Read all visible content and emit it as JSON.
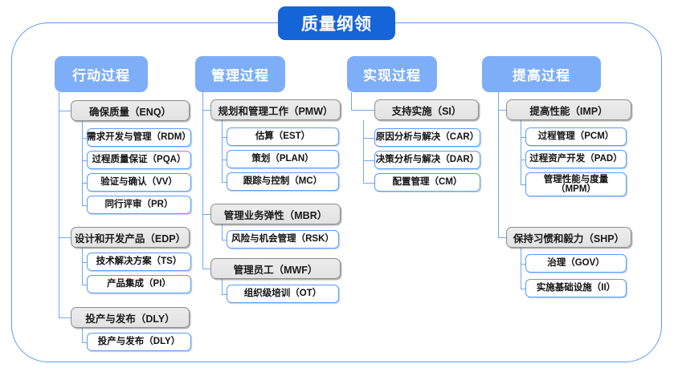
{
  "diagram": {
    "title": "质量纲领",
    "type": "org-tree",
    "colors": {
      "root_fill": "#1565d8",
      "column_header_fill": "#7eaef7",
      "group_fill": "#e8e8e8",
      "group_border": "#8d8d8d",
      "leaf_border": "#5b9bf5",
      "connector": "#6fa8f2",
      "frame_border": "#5b9bf5"
    },
    "columns": [
      {
        "header": "行动过程",
        "groups": [
          {
            "label": "确保质量（ENQ）",
            "children": [
              "需求开发与管理（RDM）",
              "过程质量保证（PQA）",
              "验证与确认（VV）",
              "同行评审（PR）"
            ]
          },
          {
            "label": "设计和开发产品（EDP）",
            "children": [
              "技术解决方案（TS）",
              "产品集成（PI）"
            ]
          },
          {
            "label": "投产与发布（DLY）",
            "children": [
              "投产与发布（DLY）"
            ]
          }
        ]
      },
      {
        "header": "管理过程",
        "groups": [
          {
            "label": "规划和管理工作（PMW）",
            "children": [
              "估算（EST）",
              "策划（PLAN）",
              "跟踪与控制（MC）"
            ]
          },
          {
            "label": "管理业务弹性（MBR）",
            "children": [
              "风险与机会管理（RSK）"
            ]
          },
          {
            "label": "管理员工（MWF）",
            "children": [
              "组织级培训（OT）"
            ]
          }
        ]
      },
      {
        "header": "实现过程",
        "groups": [
          {
            "label": "支持实施（SI）",
            "children": [
              "原因分析与解决（CAR）",
              "决策分析与解决（DAR）",
              "配置管理（CM）"
            ]
          }
        ]
      },
      {
        "header": "提高过程",
        "groups": [
          {
            "label": "提高性能（IMP）",
            "children": [
              "过程管理（PCM）",
              "过程资产开发（PAD）",
              "管理性能与度量\n（MPM）"
            ]
          },
          {
            "label": "保持习惯和毅力（SHP）",
            "children": [
              "治理（GOV）",
              "实施基础设施（II）"
            ]
          }
        ]
      }
    ]
  }
}
